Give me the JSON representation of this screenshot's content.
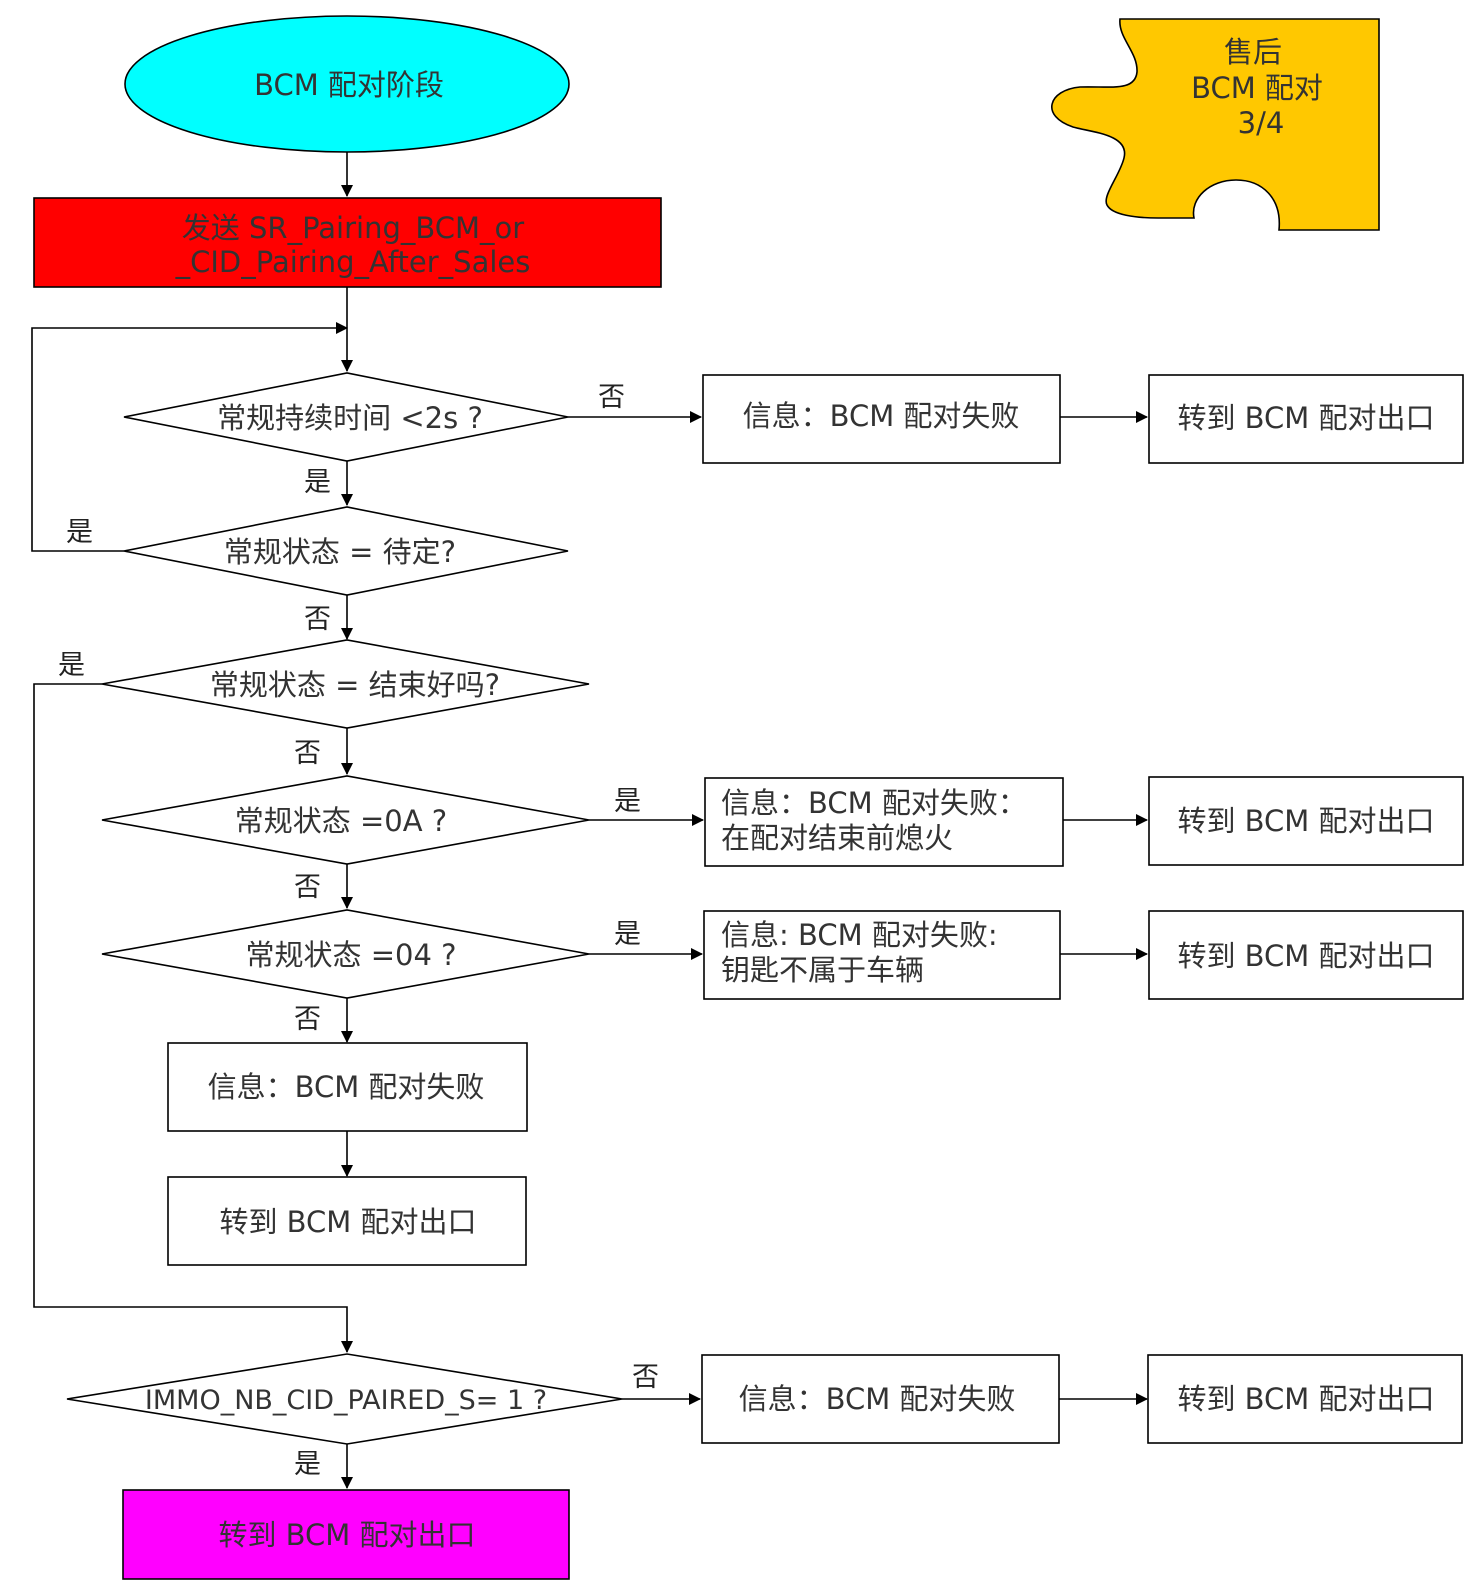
{
  "colors": {
    "start": "#00ffff",
    "send": "#ff0000",
    "puzzle": "#ffc800",
    "final": "#ff00ff",
    "stroke": "#000000",
    "text": "#333333"
  },
  "badge": {
    "line1": "售后",
    "line2": "BCM 配对",
    "line3": "3/4"
  },
  "nodes": {
    "start": "BCM 配对阶段",
    "send_line1": "发送 SR_Pairing_BCM_or",
    "send_line2": "_CID_Pairing_After_Sales",
    "d_duration": "常规持续时间 <2s ?",
    "d_pending": "常规状态 = 待定?",
    "d_end_ok": "常规状态 = 结束好吗?",
    "d_0a": "常规状态 =0A ?",
    "d_04": "常规状态 =04 ?",
    "d_immo": "IMMO_NB_CID_PAIRED_S= 1 ?",
    "info_fail_1": "信息：BCM 配对失败",
    "info_0a_line1": "信息：BCM 配对失败：",
    "info_0a_line2": "在配对结束前熄火",
    "info_04_line1": "信息: BCM 配对失败:",
    "info_04_line2": "钥匙不属于车辆",
    "info_fail_center": "信息：BCM 配对失败",
    "info_fail_immo": "信息：BCM 配对失败",
    "exit_1": "转到 BCM 配对出口",
    "exit_0a": "转到 BCM 配对出口",
    "exit_04": "转到 BCM 配对出口",
    "exit_center": "转到 BCM 配对出口",
    "exit_immo": "转到 BCM 配对出口",
    "exit_final": "转到 BCM 配对出口"
  },
  "edges": {
    "duration_no": "否",
    "duration_yes": "是",
    "pending_yes": "是",
    "pending_no": "否",
    "end_ok_yes": "是",
    "end_ok_no": "否",
    "a0_yes": "是",
    "a0_no": "否",
    "s04_yes": "是",
    "s04_no": "否",
    "immo_no": "否",
    "immo_yes": "是"
  }
}
